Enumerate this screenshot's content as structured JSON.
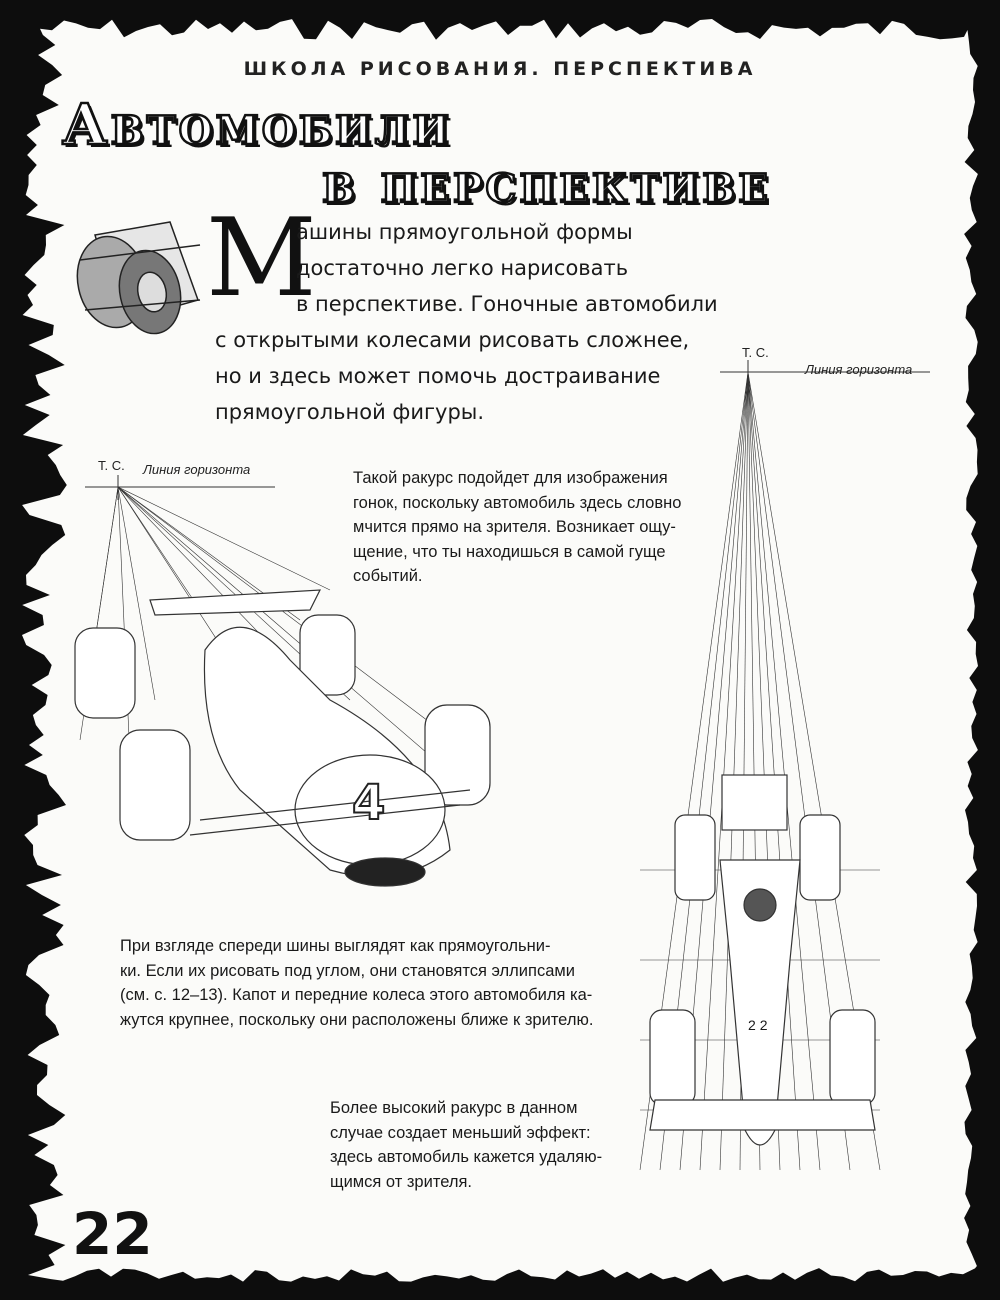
{
  "header": "ШКОЛА РИСОВАНИЯ. ПЕРСПЕКТИВА",
  "title": {
    "line1": "Автомобили",
    "line2": "в перспективе"
  },
  "intro": {
    "dropcap": "М",
    "lines": [
      "ашины прямоугольной формы",
      "достаточно легко нарисовать",
      "в перспективе. Гоночные автомобили",
      "с открытыми колесами рисовать сложнее,",
      "но и здесь может помочь достраивание",
      "прямоугольной фигуры."
    ]
  },
  "left_diagram": {
    "vp_label": "Т. С.",
    "horizon_label": "Линия горизонта",
    "car_number": "4"
  },
  "right_diagram": {
    "vp_label": "Т. С.",
    "horizon_label": "Линия горизонта",
    "car_number": "22"
  },
  "captions": {
    "front_view_lines": [
      "Такой ракурс подойдет для изображения",
      "гонок, поскольку автомобиль здесь словно",
      "мчится прямо на зрителя. Возникает ощу-",
      "щение, что ты находишься в самой гуще",
      "событий."
    ],
    "tires_lines": [
      "При взгляде спереди шины выглядят как прямоугольни-",
      "ки. Если их рисовать под углом, они становятся эллипсами",
      "(см. с. 12–13). Капот и передние колеса этого автомобиля ка-",
      "жутся крупнее, поскольку они расположены ближе к зрителю."
    ],
    "high_view_lines": [
      "Более высокий ракурс в данном",
      "случае создает меньший эффект:",
      "здесь автомобиль кажется удаляю-",
      "щимся от зрителя."
    ]
  },
  "page_number": "22"
}
